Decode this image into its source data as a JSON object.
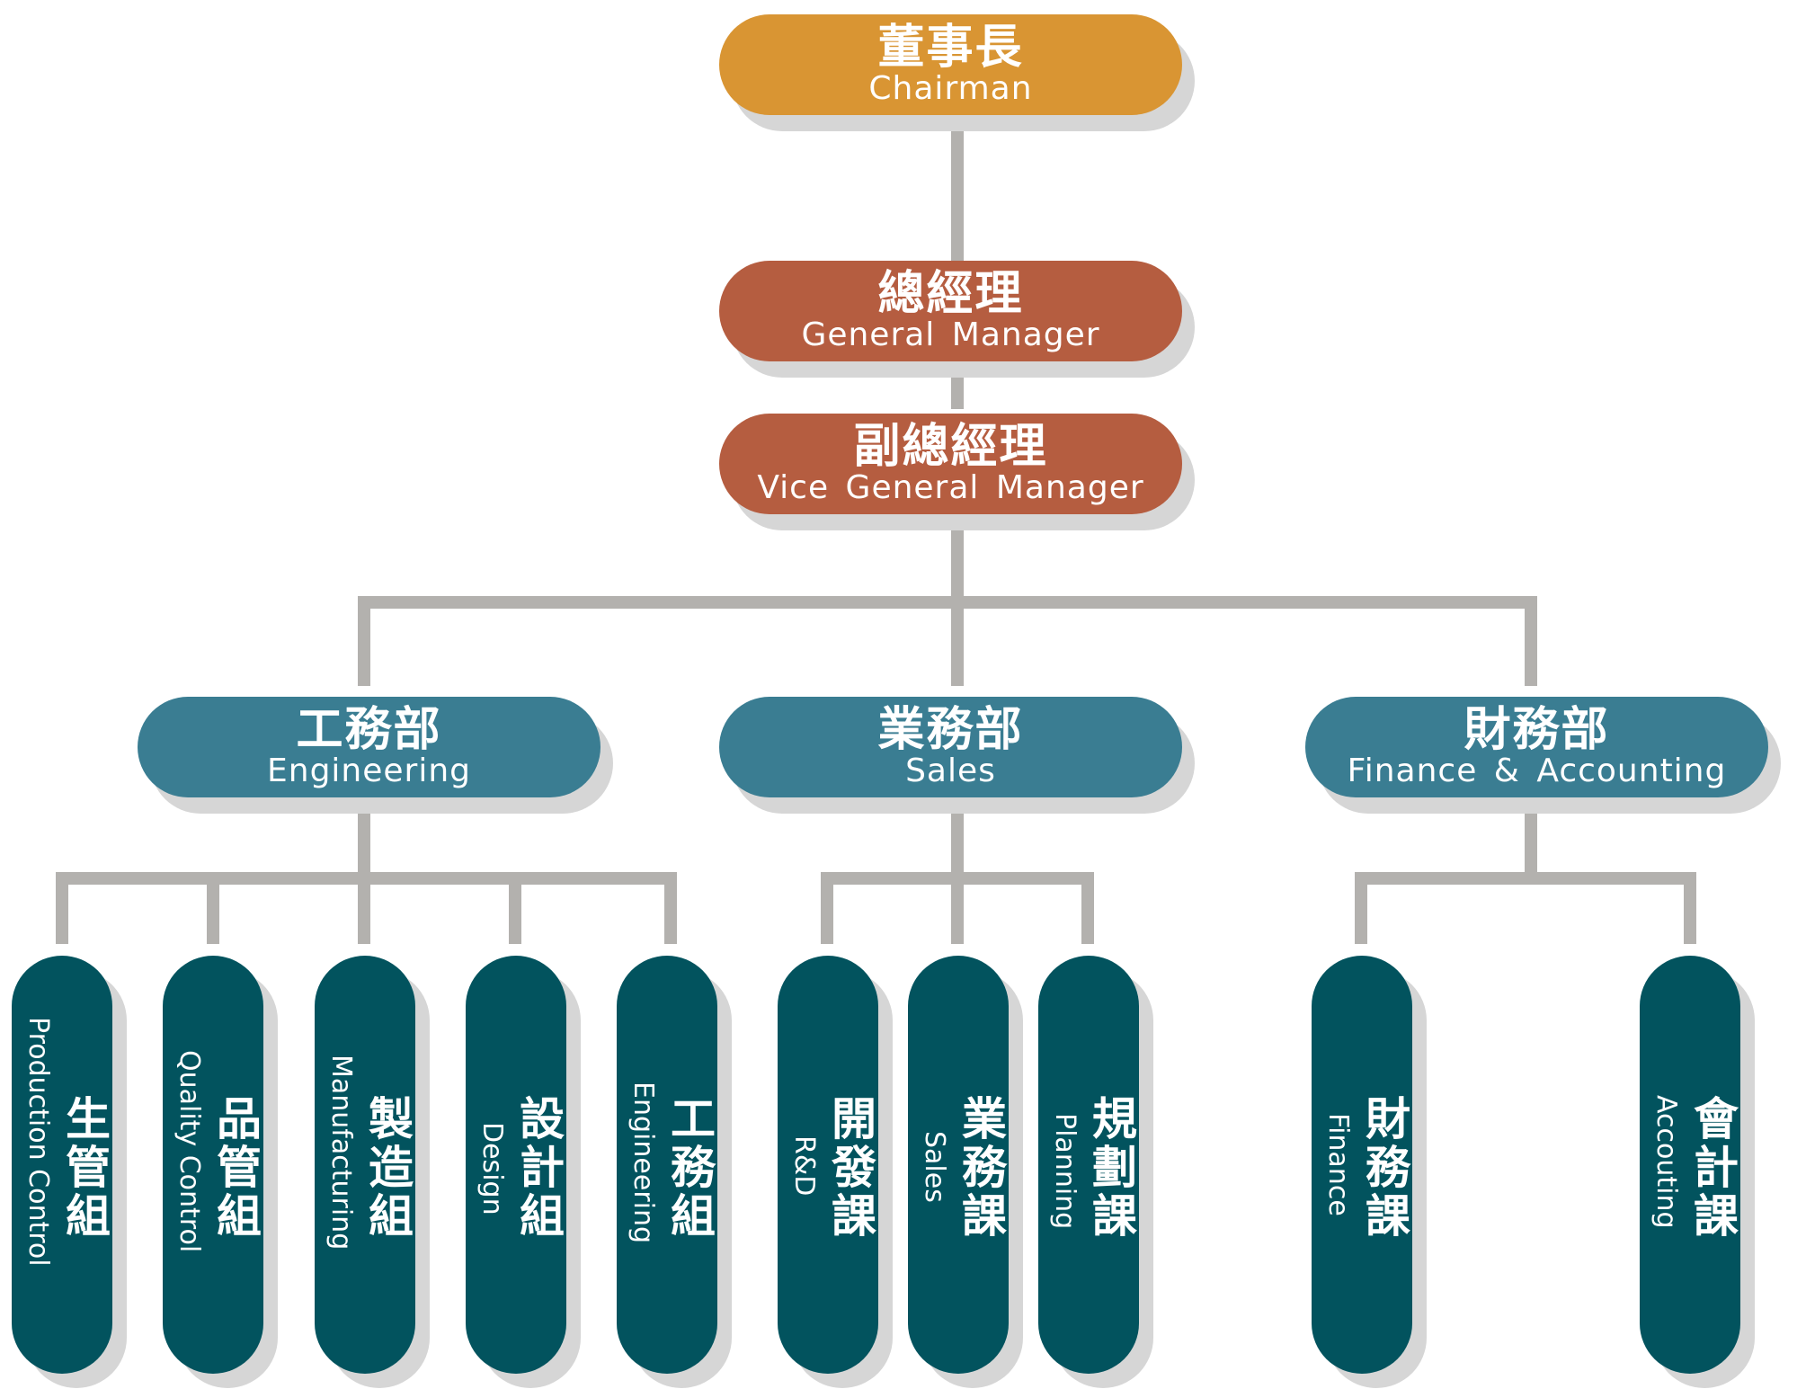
{
  "colors": {
    "chairman": "#d99533",
    "executive": "#b55d40",
    "department": "#3a7d92",
    "unit": "#02535e",
    "connector": "#b3b1ae",
    "shadow": "#d6d6d6"
  },
  "chairman": {
    "zh": "董事長",
    "en": "Chairman"
  },
  "general_manager": {
    "zh": "總經理",
    "en": "General Manager"
  },
  "vice_general_manager": {
    "zh": "副總經理",
    "en": "Vice General Manager"
  },
  "departments": [
    {
      "zh": "工務部",
      "en": "Engineering",
      "units": [
        {
          "zh": "生管組",
          "en": "Production Control"
        },
        {
          "zh": "品管組",
          "en": "Quality Control"
        },
        {
          "zh": "製造組",
          "en": "Manufacturing"
        },
        {
          "zh": "設計組",
          "en": "Design"
        },
        {
          "zh": "工務組",
          "en": "Engineering"
        }
      ]
    },
    {
      "zh": "業務部",
      "en": "Sales",
      "units": [
        {
          "zh": "開發課",
          "en": "R&D"
        },
        {
          "zh": "業務課",
          "en": "Sales"
        },
        {
          "zh": "規劃課",
          "en": "Planning"
        }
      ]
    },
    {
      "zh": "財務部",
      "en": "Finance & Accounting",
      "units": [
        {
          "zh": "財務課",
          "en": "Finance"
        },
        {
          "zh": "會計課",
          "en": "Accouting"
        }
      ]
    }
  ]
}
